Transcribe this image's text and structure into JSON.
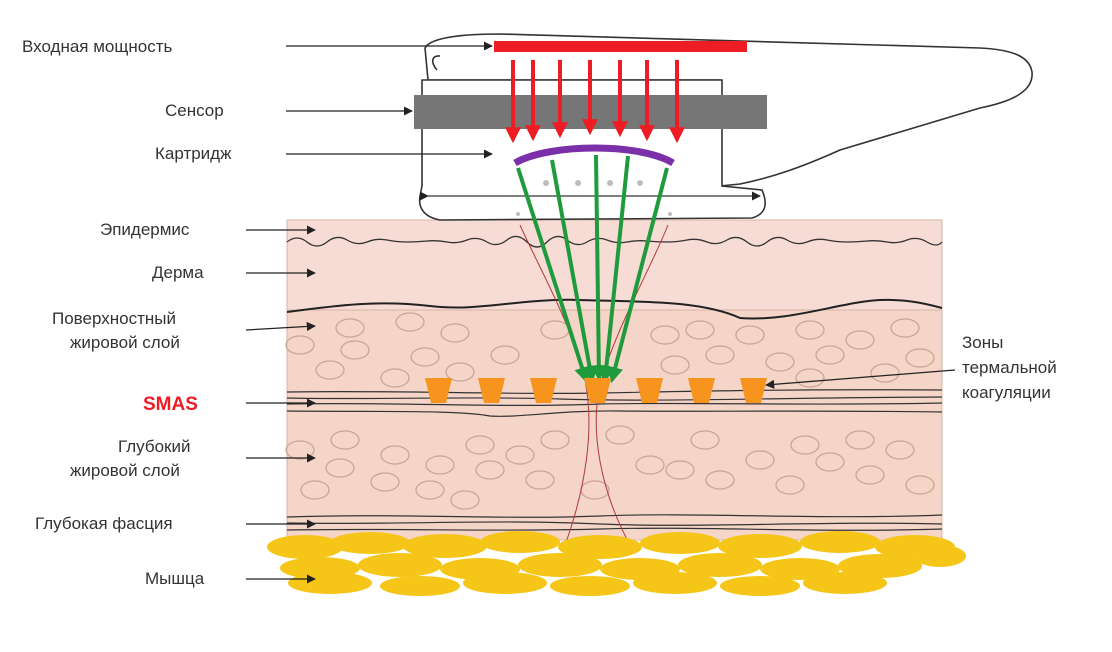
{
  "labels": {
    "input_power": "Входная мощность",
    "sensor": "Сенсор",
    "cartridge": "Картридж",
    "epidermis": "Эпидермис",
    "derma": "Дерма",
    "superficial_fat_1": "Поверхностный",
    "superficial_fat_2": "жировой слой",
    "smas": "SMAS",
    "deep_fat_1": "Глубокий",
    "deep_fat_2": "жировой слой",
    "deep_fascia": "Глубокая фасция",
    "muscle": "Мышца",
    "thermal_zones_1": "Зоны",
    "thermal_zones_2": "термальной",
    "thermal_zones_3": "коагуляции"
  },
  "colors": {
    "skin": "#f6dcd4",
    "fat_layer": "#f4d5c7",
    "power_bar": "#ee1c24",
    "sensor": "#767676",
    "cartridge_lens": "#7b2fa8",
    "focus_beams": "#1f9a3c",
    "coagulation_zones": "#f7941d",
    "muscle": "#f5c518",
    "smas_label": "#ee1c24",
    "cell_outline": "#c9a595"
  }
}
